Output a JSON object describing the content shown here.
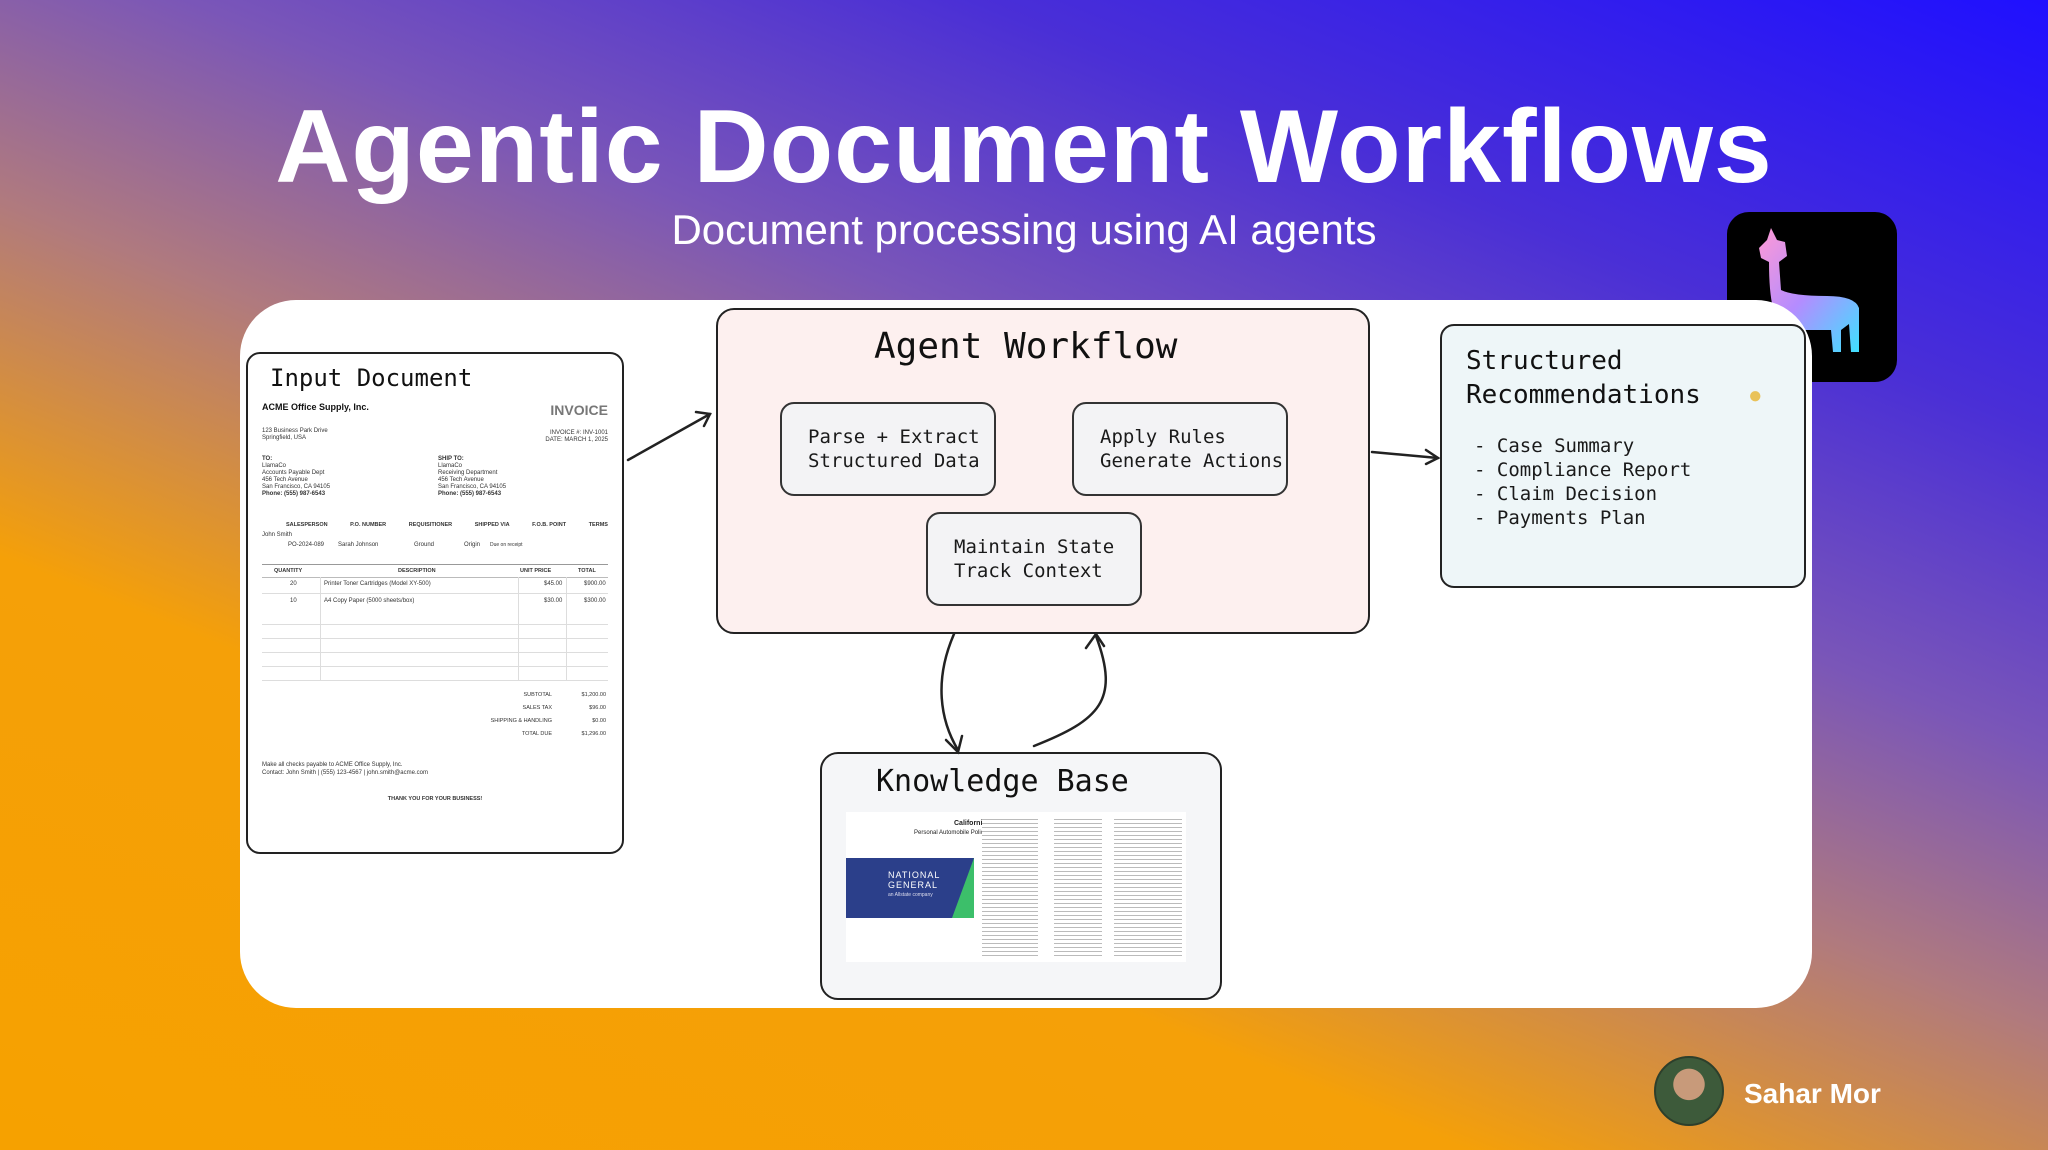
{
  "header": {
    "title": "Agentic Document Workflows",
    "subtitle": "Document processing using AI agents"
  },
  "input_document": {
    "title": "Input Document",
    "invoice": {
      "company": "ACME Office Supply, Inc.",
      "heading": "INVOICE",
      "address1": "123 Business Park Drive",
      "address2": "Springfield, USA",
      "invoice_no": "INVOICE #: INV-1001",
      "date": "DATE: MARCH 1, 2025",
      "to_label": "TO:",
      "to_lines": [
        "LlamaCo",
        "Accounts Payable Dept",
        "456 Tech Avenue",
        "San Francisco, CA 94105",
        "Phone: (555) 987-6543"
      ],
      "ship_label": "SHIP TO:",
      "ship_lines": [
        "LlamaCo",
        "Receiving Department",
        "456 Tech Avenue",
        "San Francisco, CA 94105",
        "Phone: (555) 987-6543"
      ],
      "meta_headers": [
        "SALESPERSON",
        "P.O. NUMBER",
        "REQUISITIONER",
        "SHIPPED VIA",
        "F.O.B. POINT",
        "TERMS"
      ],
      "meta_values": [
        "John Smith",
        "PO-2024-089",
        "Sarah Johnson",
        "Ground",
        "Origin",
        "Due on receipt"
      ],
      "item_headers": [
        "QUANTITY",
        "DESCRIPTION",
        "UNIT PRICE",
        "TOTAL"
      ],
      "items": [
        [
          "20",
          "Printer Toner Cartridges (Model XY-500)",
          "$45.00",
          "$900.00"
        ],
        [
          "10",
          "A4 Copy Paper (5000 sheets/box)",
          "$30.00",
          "$300.00"
        ]
      ],
      "totals": [
        [
          "SUBTOTAL",
          "$1,200.00"
        ],
        [
          "SALES TAX",
          "$96.00"
        ],
        [
          "SHIPPING & HANDLING",
          "$0.00"
        ],
        [
          "TOTAL DUE",
          "$1,296.00"
        ]
      ],
      "note1": "Make all checks payable to ACME Office Supply, Inc.",
      "note2": "Contact: John Smith | (555) 123-4567 | john.smith@acme.com",
      "thanks": "THANK YOU FOR YOUR BUSINESS!"
    }
  },
  "agent_workflow": {
    "title": "Agent Workflow",
    "steps": [
      {
        "line1": "Parse + Extract",
        "line2": "Structured Data"
      },
      {
        "line1": "Apply Rules",
        "line2": "Generate Actions"
      },
      {
        "line1": "Maintain State",
        "line2": "Track Context"
      }
    ]
  },
  "recommendations": {
    "title_line1": "Structured",
    "title_line2": "Recommendations",
    "items": [
      "- Case Summary",
      "- Compliance Report",
      "- Claim Decision",
      "- Payments Plan"
    ]
  },
  "knowledge_base": {
    "title": "Knowledge Base",
    "doc_title1": "California",
    "doc_title2": "Personal Automobile Policy",
    "brand1": "NATIONAL",
    "brand2": "GENERAL",
    "brand3": "an Allstate company"
  },
  "author": {
    "name": "Sahar Mor"
  },
  "colors": {
    "workflow_bg": "#fdf0ef",
    "reco_bg": "#eef6f8",
    "kb_bg": "#f5f6f8",
    "brand_blue": "#2b3f8a",
    "brand_green": "#3cbf6a"
  },
  "icons": [
    "llama-logo-icon",
    "lightbulb-icon",
    "arrow-icon"
  ]
}
